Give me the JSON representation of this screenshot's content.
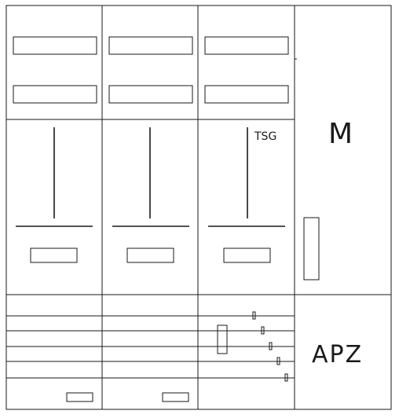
{
  "labels": {
    "tsg": "TSG",
    "m": "M",
    "apz": "APZ"
  },
  "colors": {
    "line": "#1a1a1a",
    "background": "#ffffff"
  }
}
